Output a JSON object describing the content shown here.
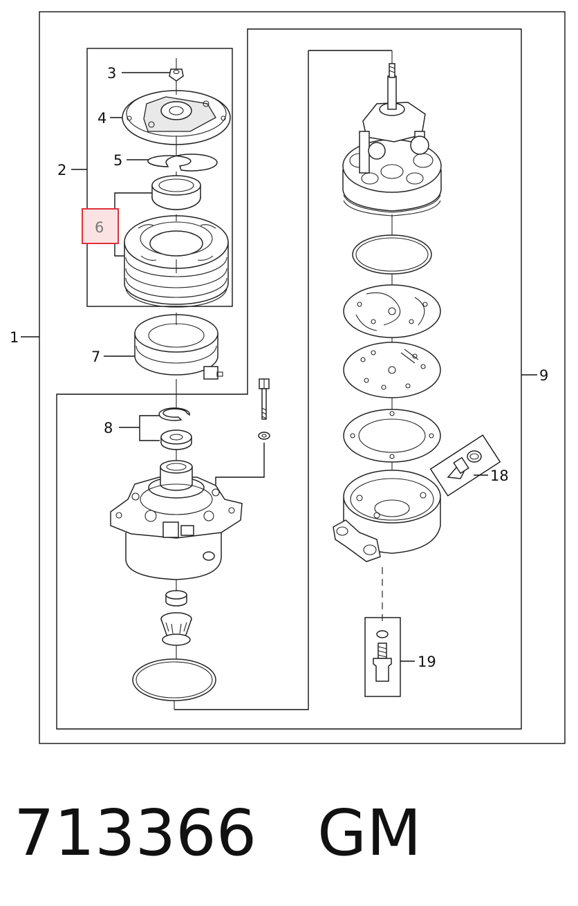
{
  "diagram": {
    "labels": {
      "l1": "1",
      "l2": "2",
      "l3": "3",
      "l4": "4",
      "l5": "5",
      "l6": "6",
      "l7": "7",
      "l8": "8",
      "l9": "9",
      "l18": "18",
      "l19": "19"
    },
    "highlight_color": "#e0303a",
    "highlight_fill": "#fbe3e4"
  },
  "footer": {
    "part_number": "713366",
    "brand": "GM"
  }
}
